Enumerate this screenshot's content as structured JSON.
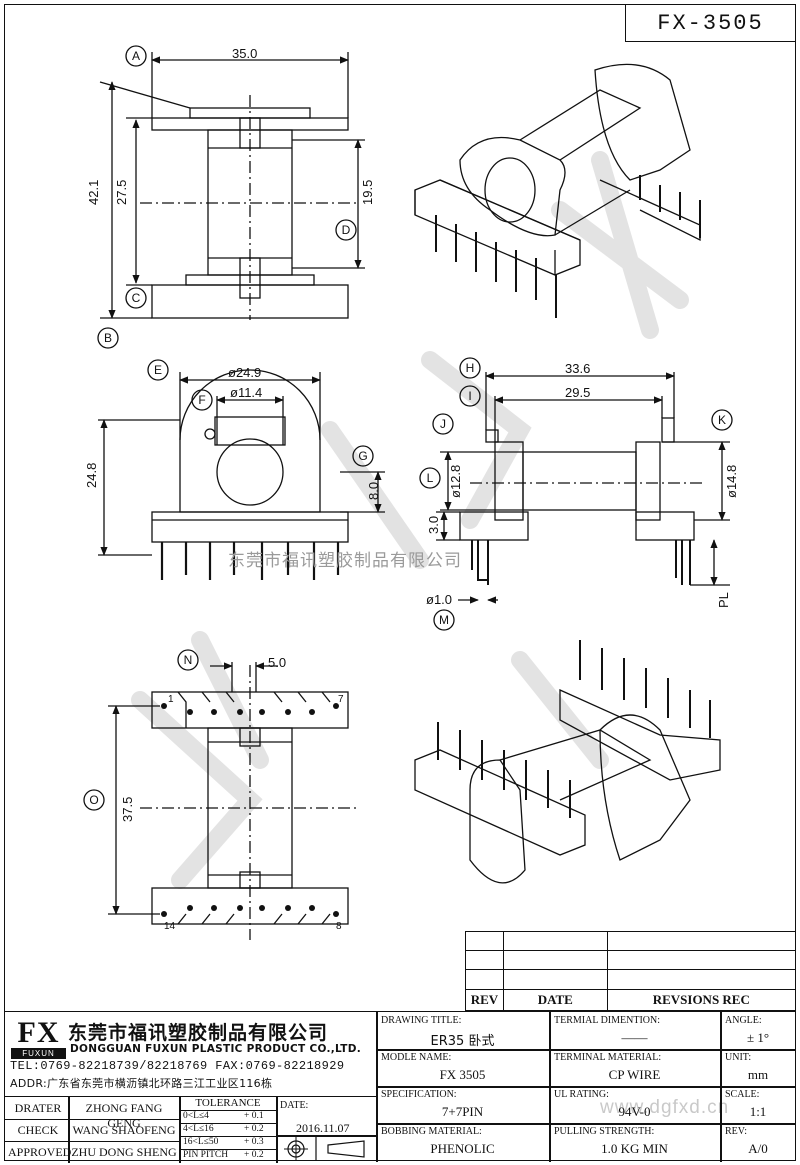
{
  "drawing": {
    "model_no": "FX-3505",
    "view_top": {
      "width": "35.0",
      "overall_height": "42.1",
      "flange_gap": "27.5",
      "core_window": "19.5"
    },
    "view_front": {
      "outer_diameter": "ø24.9",
      "inner_diameter": "ø11.4",
      "height": "24.8",
      "centre_offset": "8.0"
    },
    "view_side": {
      "overall_length": "33.6",
      "inner_length": "29.5",
      "bore": "ø12.8",
      "flange_dia": "ø14.8",
      "base_height": "3.0",
      "pin_dia": "ø1.0",
      "pin_length": "PL"
    },
    "view_bottom": {
      "pitch": "5.0",
      "row_spacing": "37.5",
      "pin_first": "1",
      "pin_seventh": "7",
      "pin_fourteenth": "14",
      "pin_eighth": "8"
    },
    "callouts": [
      "A",
      "B",
      "C",
      "D",
      "E",
      "F",
      "G",
      "H",
      "I",
      "J",
      "K",
      "L",
      "M",
      "N",
      "O"
    ],
    "watermark_text": "东莞市福讯塑胶制品有限公司",
    "watermark_site": "www.dgfxd.cn"
  },
  "revision_table": {
    "col_rev": "REV",
    "col_date": "DATE",
    "col_rec": "REVSIONS REC"
  },
  "company": {
    "logo_mark": "FX",
    "logo_sub": "FUXUN",
    "name_cn": "东莞市福讯塑胶制品有限公司",
    "name_en": "DONGGUAN FUXUN PLASTIC PRODUCT CO.,LTD.",
    "tel": "TEL:0769-82218739/82218769 FAX:0769-82218929",
    "addr": "ADDR:广东省东莞市横沥镇北环路三江工业区116栋"
  },
  "signoff": [
    {
      "role": "DRATER",
      "name": "ZHONG FANG GENG"
    },
    {
      "role": "CHECK",
      "name": "WANG SHAOFENG"
    },
    {
      "role": "APPROVED",
      "name": "ZHU DONG SHENG"
    }
  ],
  "tolerance": {
    "title": "TOLERANCE",
    "rows": [
      {
        "range": "0<L≤4",
        "tol": "+ 0.1"
      },
      {
        "range": "4<L≤16",
        "tol": "+ 0.2"
      },
      {
        "range": "16<L≤50",
        "tol": "+ 0.3"
      },
      {
        "range": "PIN PITCH",
        "tol": "+ 0.2"
      }
    ]
  },
  "date": {
    "label": "DATE:",
    "value": "2016.11.07"
  },
  "fields": {
    "drawing_title_label": "DRAWING TITLE:",
    "drawing_title": "ER35 卧式",
    "model_name_label": "MODLE NAME:",
    "model_name": "FX 3505",
    "spec_label": "SPECIFICATION:",
    "spec": "7+7PIN",
    "bobbing_label": "BOBBING MATERIAL:",
    "bobbing": "PHENOLIC",
    "term_dim_label": "TERMIAL DIMENTION:",
    "term_dim": "——",
    "term_mat_label": "TERMINAL MATERIAL:",
    "term_mat": "CP WIRE",
    "ul_label": "UL RATING:",
    "ul": "94V-0",
    "pull_label": "PULLING STRENGTH:",
    "pull": "1.0 KG MIN",
    "angle_label": "ANGLE:",
    "angle": "± 1°",
    "unit_label": "UNIT:",
    "unit": "mm",
    "scale_label": "SCALE:",
    "scale": "1:1",
    "rev_label": "REV:",
    "rev": "A/0"
  }
}
